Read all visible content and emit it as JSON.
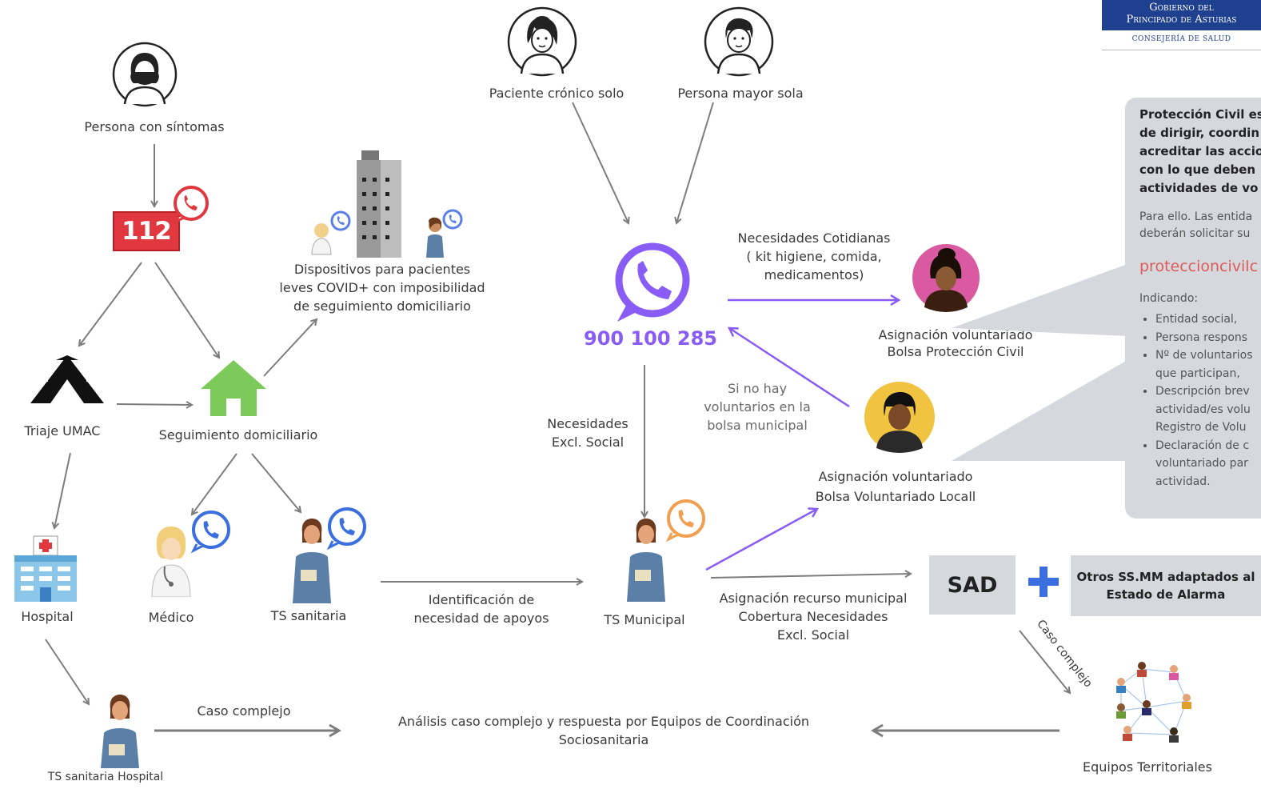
{
  "header": {
    "gov_line1": "Gobierno del",
    "gov_line2": "Principado de Asturias",
    "consejeria": "CONSEJERÍA DE SALUD"
  },
  "nodes": {
    "persona_sintomas": "Persona con síntomas",
    "n112": "112",
    "triaje": "Triaje UMAC",
    "seguimiento": "Seguimiento domiciliario",
    "dispositivos": [
      "Dispositivos para pacientes",
      "leves COVID+ con imposibilidad",
      "de seguimiento domiciliario"
    ],
    "hospital": "Hospital",
    "medico": "Médico",
    "ts_sanitaria": "TS sanitaria",
    "ts_sanitaria_hospital": "TS sanitaria Hospital",
    "paciente_cronico": "Paciente crónico  solo",
    "persona_mayor": "Persona mayor sola",
    "telefono": "900 100 285",
    "ts_municipal": "TS Municipal",
    "asig_pc": [
      "Asignación voluntariado",
      "Bolsa Protección Civil"
    ],
    "asig_local": [
      "Asignación voluntariado",
      "Bolsa Voluntariado Locall"
    ],
    "sad": "SAD",
    "plus": "+",
    "otros": [
      "Otros SS.MM adaptados al",
      "Estado de Alarma"
    ],
    "equipos_territoriales": "Equipos Territoriales"
  },
  "edge_labels": {
    "necesidades_cotidianas": [
      "Necesidades Cotidianas",
      "( kit higiene, comida,",
      "medicamentos)"
    ],
    "si_no_hay": [
      "Si no hay",
      "voluntarios en la",
      "bolsa municipal"
    ],
    "necesidades_excl": [
      "Necesidades",
      "Excl. Social"
    ],
    "identificacion": [
      "Identificación de",
      "necesidad de apoyos"
    ],
    "asignacion_recurso": [
      "Asignación recurso municipal",
      "Cobertura Necesidades",
      "Excl. Social"
    ],
    "caso_complejo_sad": "Caso complejo",
    "caso_complejo_hosp": "Caso complejo",
    "analisis": [
      "Análisis caso complejo y respuesta por Equipos de Coordinación",
      "Sociosanitaria"
    ]
  },
  "panel": {
    "bold_lines": [
      "Protección Civil es",
      "de dirigir, coordin",
      "acreditar las accio",
      "con lo que deben",
      "actividades de vo"
    ],
    "intro_lines": [
      "Para ello. Las entida",
      "deberán solicitar su"
    ],
    "link": "proteccioncivilc",
    "indicando": "Indicando:",
    "items": [
      [
        "Entidad social,"
      ],
      [
        "Persona respons"
      ],
      [
        "Nº de voluntarios",
        "que participan,"
      ],
      [
        " Descripción brev",
        "actividad/es volu",
        "Registro de Volu"
      ],
      [
        "Declaración de c",
        "voluntariado par",
        "actividad."
      ]
    ]
  },
  "colors": {
    "purple": "#8a5cf6",
    "arrow_grey": "#7d7d7d",
    "green_house": "#7ccb5a",
    "red_112": "#e0383e",
    "plus_blue": "#3b6fe0",
    "panel_grey": "#d5d8dd",
    "gov_blue": "#1f3f8f"
  }
}
